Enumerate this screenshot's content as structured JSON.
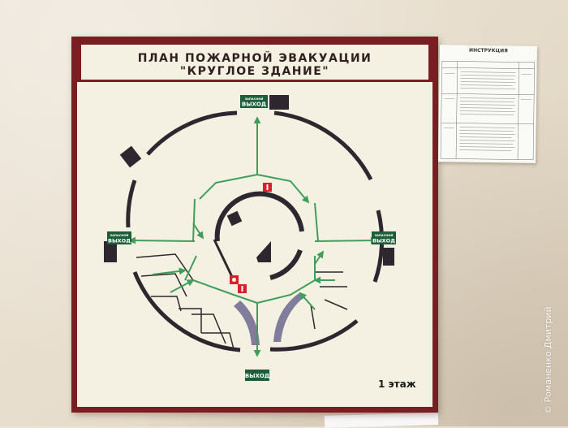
{
  "plan": {
    "title_line1": "ПЛАН ПОЖАРНОЙ ЭВАКУАЦИИ",
    "title_line2": "\"КРУГЛОЕ ЗДАНИЕ\"",
    "floor_label": "1 этаж"
  },
  "exits": {
    "top": "ВЫХОД",
    "top_small": "ЗАПАСНОЙ",
    "left": "ВЫХОД",
    "left_small": "ЗАПАСНОЙ",
    "right": "ВЫХОД",
    "right_small": "ЗАПАСНОЙ",
    "bottom": "ВЫХОД"
  },
  "instructions": {
    "title": "ИНСТРУКЦИЯ"
  },
  "watermark": "© Романенко Дмитрий",
  "colors": {
    "frame": "#7b1e23",
    "board": "#f4f1e3",
    "arrow": "#3f9e5a",
    "wall": "#2e2730",
    "exit_sign": "#1d5e3a",
    "fire_icon": "#d8222b",
    "stair_curve": "#7f7c9c"
  },
  "icons": {
    "fire_extinguisher": "fire-extinguisher-icon",
    "fire_alarm": "fire-alarm-icon"
  }
}
